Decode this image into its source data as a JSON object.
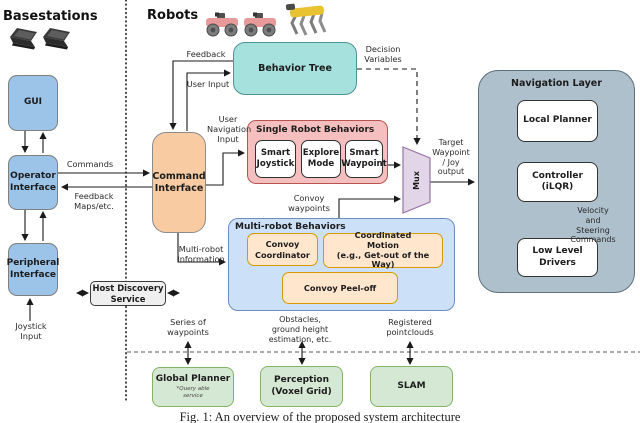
{
  "colors": {
    "blue_box": "#9CC3E8",
    "blue_border": "#7F7F7F",
    "orange_box": "#F8CBA2",
    "orange_border": "#8C8C8C",
    "teal_box": "#A6E1DE",
    "teal_border": "#4D938F",
    "pink_panel": "#F6BFBF",
    "pink_border": "#B85450",
    "dark_border": "#2F2F2F",
    "mr_panel": "#CCE0F8",
    "mr_border": "#6C8EBF",
    "convoy_box": "#FFE6CC",
    "convoy_border": "#D79B00",
    "mux_fill": "#E1D5E7",
    "mux_border": "#9673A6",
    "nav_fill": "#AEC0CC",
    "nav_border": "#5F6F7C",
    "green_box": "#D5E8D4",
    "green_border": "#82B366",
    "gray_box": "#EFEFEF",
    "gray_border": "#3C3C3C"
  },
  "titles": {
    "basestations": "Basestations",
    "robots": "Robots"
  },
  "basestation": {
    "gui": "GUI",
    "operator_interface": "Operator\nInterface",
    "peripheral_interface": "Peripheral\nInterface"
  },
  "robot": {
    "command_interface": "Command\nInterface",
    "behavior_tree": "Behavior Tree",
    "single_robot_behaviors": {
      "title": "Single Robot Behaviors",
      "smart_joystick": "Smart\nJoystick",
      "explore_mode": "Explore\nMode",
      "smart_waypoint": "Smart\nWaypoint"
    },
    "multi_robot_behaviors": {
      "title": "Multi-robot Behaviors",
      "convoy_coordinator": "Convoy\nCoordinator",
      "coordinated_motion": "Coordinated\nMotion\n(e.g., Get-out of the Way)",
      "convoy_peel_off": "Convoy Peel-off"
    },
    "mux": "Mux"
  },
  "navigation_layer": {
    "title": "Navigation Layer",
    "local_planner": "Local Planner",
    "controller": "Controller\n(iLQR)",
    "low_level_drivers": "Low Level Drivers"
  },
  "services": {
    "host_discovery": "Host Discovery\nService",
    "global_planner": "Global Planner",
    "global_planner_note": "*Query able\nservice",
    "perception": "Perception\n(Voxel Grid)",
    "slam": "SLAM"
  },
  "edge_labels": {
    "commands": "Commands",
    "feedback_maps": "Feedback\nMaps/etc.",
    "feedback": "Feedback",
    "user_input": "User Input",
    "user_navigation_input": "User\nNavigation\nInput",
    "decision_variables": "Decision\nVariables",
    "convoy_waypoints": "Convoy\nwaypoints",
    "multi_robot_information": "Multi-robot\nInformation",
    "target_waypoint": "Target\nWaypoint\n/ Joy\noutput",
    "velocity_steering": "Velocity\nand Steering\nCommands",
    "joystick_input": "Joystick\nInput",
    "series_of_waypoints": "Series of\nwaypoints",
    "obstacles": "Obstacles,\nground height\nestimation, etc.",
    "registered_pointclouds": "Registered\npointclouds"
  },
  "caption": "Fig. 1: An overview of the proposed system architecture"
}
